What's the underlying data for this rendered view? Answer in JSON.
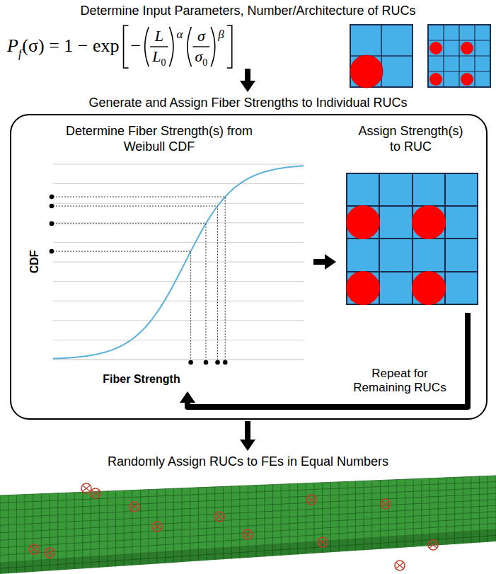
{
  "diagram": {
    "nodes": [
      {
        "text": [
          "Determine Input Parameters, Number/Architecture of RUCs"
        ]
      },
      {
        "text": [
          "Generate and Assign Fiber Strengths to Individual RUCs"
        ]
      },
      {
        "text": [
          "Determine Fiber Strength(s) from Weibull CDF"
        ],
        "in": 1
      },
      {
        "text": [
          "Assign Strength(s) to RUC"
        ],
        "in": 1
      },
      {
        "text": [
          "Randomly Assign RUCs to FEs in Equal Numbers"
        ]
      }
    ],
    "edges": [
      {
        "from": 0,
        "to": 1,
        "arrow": "to"
      },
      {
        "from": 1,
        "to": 4,
        "arrow": "to"
      },
      {
        "from": 2,
        "to": 3,
        "arrow": "to"
      },
      {
        "from": 3,
        "to": 2,
        "arrow": "to",
        "label": "Repeat for Remaining RUCs"
      }
    ],
    "labels": [
      "P",
      "f",
      "(σ) = 1 − exp",
      "−",
      "L",
      "L",
      "0",
      "α",
      "σ",
      "σ",
      "0",
      "β",
      "CDF",
      "Fiber Strength"
    ]
  }
}
